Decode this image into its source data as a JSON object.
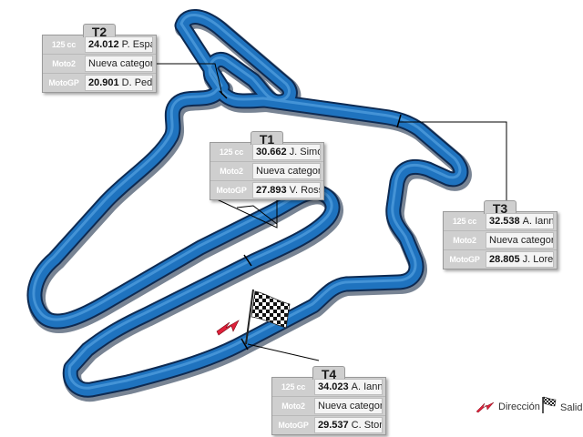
{
  "sectors": {
    "t1": {
      "label": "T1",
      "rows": [
        {
          "category": "125 cc",
          "time": "30.662",
          "rider": "J. Simón"
        },
        {
          "category": "Moto2",
          "text": "Nueva categoría"
        },
        {
          "category": "MotoGP",
          "time": "27.893",
          "rider": "V. Rossi"
        }
      ]
    },
    "t2": {
      "label": "T2",
      "rows": [
        {
          "category": "125 cc",
          "time": "24.012",
          "rider": "P. Espargaró"
        },
        {
          "category": "Moto2",
          "text": "Nueva categoría"
        },
        {
          "category": "MotoGP",
          "time": "20.901",
          "rider": "D. Pedrosa"
        }
      ]
    },
    "t3": {
      "label": "T3",
      "rows": [
        {
          "category": "125 cc",
          "time": "32.538",
          "rider": "A. Iannone"
        },
        {
          "category": "Moto2",
          "text": "Nueva categoría"
        },
        {
          "category": "MotoGP",
          "time": "28.805",
          "rider": "J. Lorenzo"
        }
      ]
    },
    "t4": {
      "label": "T4",
      "rows": [
        {
          "category": "125 cc",
          "time": "34.023",
          "rider": "A. Iannone"
        },
        {
          "category": "Moto2",
          "text": "Nueva categoría"
        },
        {
          "category": "MotoGP",
          "time": "29.537",
          "rider": "C. Stoner"
        }
      ]
    }
  },
  "legend": {
    "direction_label": "Dirección",
    "start_label": "Salida"
  },
  "colors": {
    "track": "#1f73bf",
    "track_outline": "#0d2a52",
    "track_highlight": "#5ea8e6",
    "cat_125": "#8a8a8a",
    "cat_moto2": "#8a8a8a",
    "cat_motogp": "#8a8a8a",
    "arrow": "#e0203a"
  },
  "icons": {
    "direction": "red-arrow-icon",
    "start": "checkered-flag-icon"
  }
}
